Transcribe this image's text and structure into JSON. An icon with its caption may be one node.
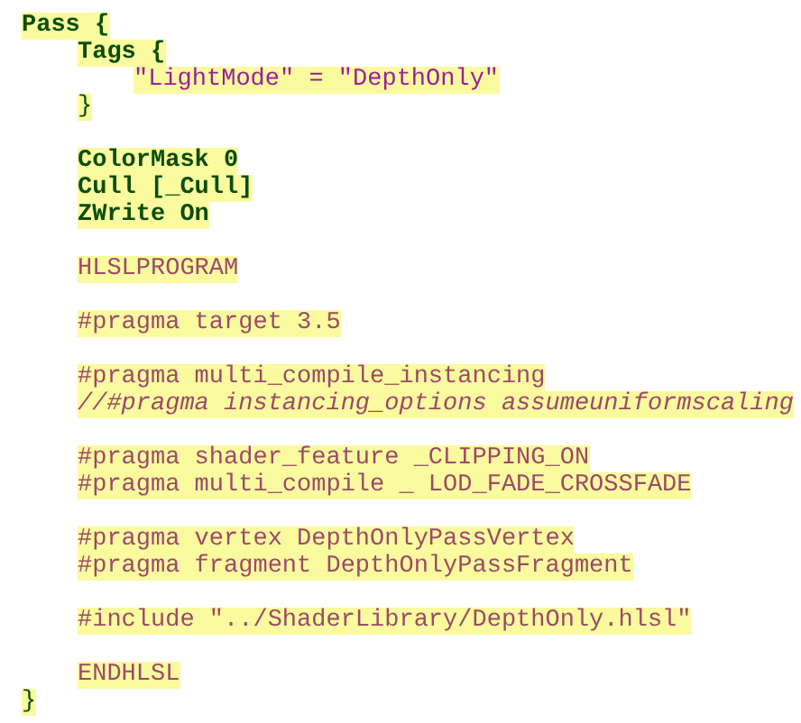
{
  "diagram": {
    "labels": [
      "Pass {",
      "Tags {",
      "\"LightMode\" = \"DepthOnly\"",
      "}",
      "ColorMask 0",
      "Cull [_Cull]",
      "ZWrite On",
      "HLSLPROGRAM",
      "#pragma target 3.5",
      "#pragma multi_compile_instancing",
      "//#pragma instancing_options assumeuniformscaling",
      "#pragma shader_feature _CLIPPING_ON",
      "#pragma multi_compile _ LOD_FADE_CROSSFADE",
      "#pragma vertex DepthOnlyPassVertex",
      "#pragma fragment DepthOnlyPassFragment",
      "#include \"../ShaderLibrary/DepthOnly.hlsl\"",
      "ENDHLSL",
      "}"
    ]
  }
}
